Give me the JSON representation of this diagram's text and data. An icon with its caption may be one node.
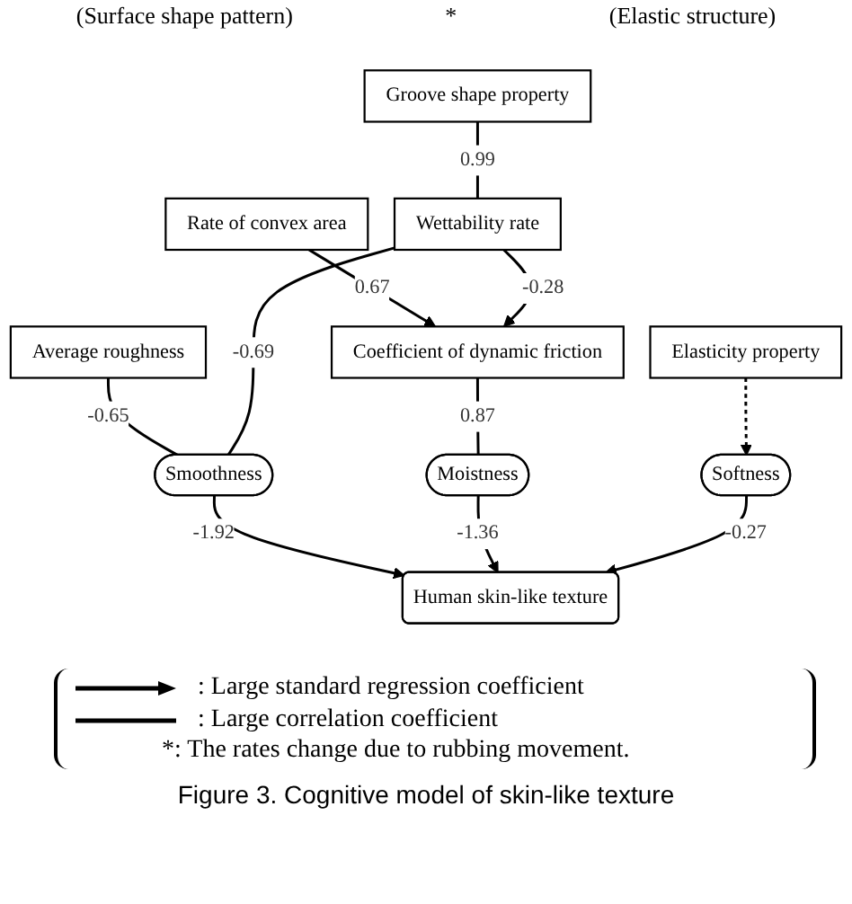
{
  "diagram": {
    "caption": "Figure 3. Cognitive model of skin-like texture",
    "nodes": [
      {
        "text": [
          "Average roughness"
        ]
      },
      {
        "text": [
          "Groove shape property"
        ]
      },
      {
        "text": [
          "Rate of convex area"
        ]
      },
      {
        "text": [
          "Wettability rate"
        ]
      },
      {
        "text": [
          "Coefficient of dynamic friction"
        ]
      },
      {
        "text": [
          "Elasticity property"
        ]
      },
      {
        "text": [
          "Smoothness"
        ]
      },
      {
        "text": [
          "Moistness"
        ]
      },
      {
        "text": [
          "Softness"
        ]
      },
      {
        "text": [
          "Human skin-like texture"
        ]
      }
    ],
    "edges": [
      {
        "from": 0,
        "to": 6,
        "arrow": "none",
        "label": "-0.65"
      },
      {
        "from": 1,
        "to": 3,
        "arrow": "none",
        "label": "0.99"
      },
      {
        "from": 2,
        "to": 4,
        "arrow": "to",
        "label": "0.67"
      },
      {
        "from": 3,
        "to": 4,
        "arrow": "to",
        "label": "-0.28"
      },
      {
        "from": 3,
        "to": 6,
        "arrow": "none",
        "label": "-0.69"
      },
      {
        "from": 4,
        "to": 7,
        "arrow": "none",
        "label": "0.87"
      },
      {
        "from": 5,
        "to": 8,
        "arrow": "to",
        "style": "dashed"
      },
      {
        "from": 6,
        "to": 9,
        "arrow": "to",
        "label": "-1.92"
      },
      {
        "from": 7,
        "to": 9,
        "arrow": "to",
        "label": "-1.36"
      },
      {
        "from": 8,
        "to": 9,
        "arrow": "to",
        "label": "-0.27"
      }
    ],
    "labels": [
      "(Surface shape pattern)",
      "*",
      "(Elastic structure)",
      "*: The rates change due to rubbing movement."
    ],
    "legend": [
      {
        "text": ": Large standard regression coefficient"
      },
      {
        "text": ": Large correlation coefficient"
      }
    ]
  }
}
